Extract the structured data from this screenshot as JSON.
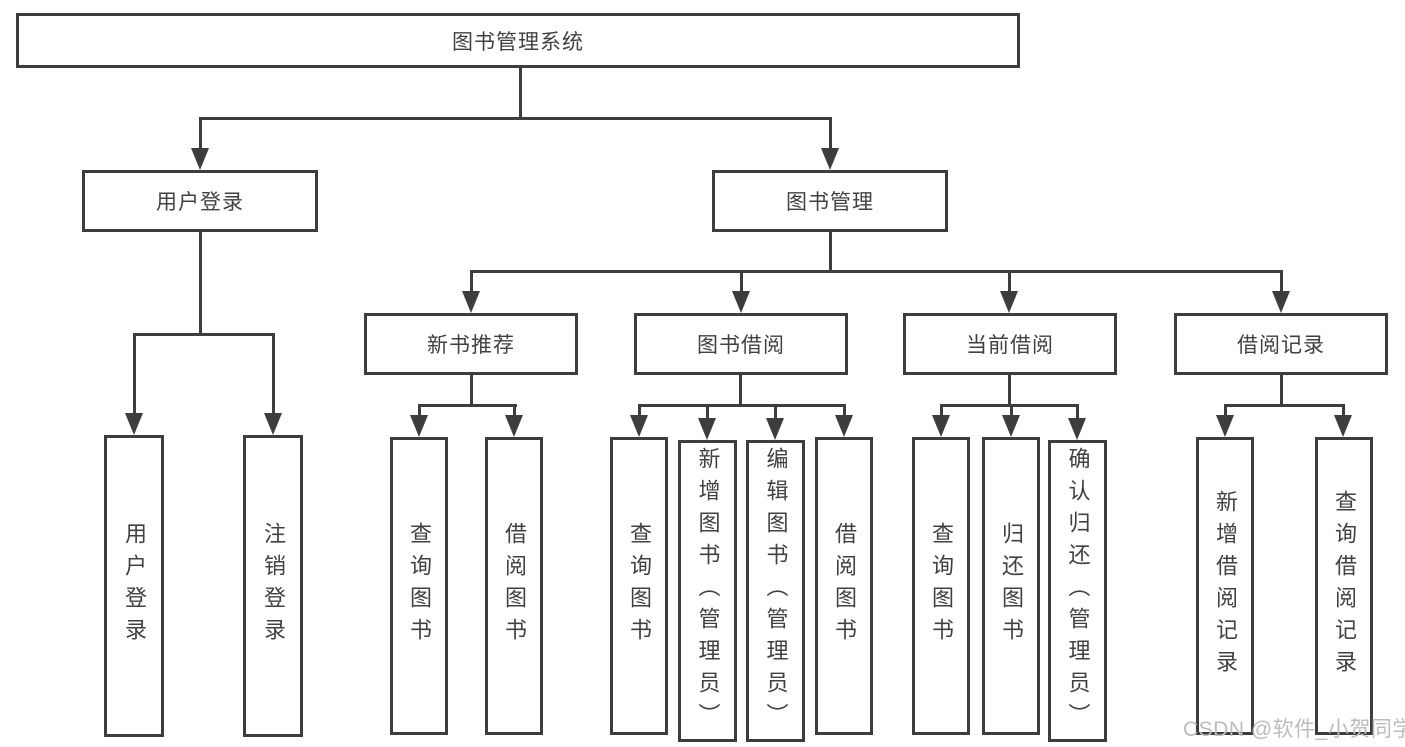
{
  "diagram": {
    "root": {
      "label": "图书管理系统"
    },
    "level2": [
      {
        "label": "用户登录"
      },
      {
        "label": "图书管理"
      }
    ],
    "login_children": [
      {
        "label": "用户登录"
      },
      {
        "label": "注销登录"
      }
    ],
    "manage_children": [
      {
        "label": "新书推荐"
      },
      {
        "label": "图书借阅"
      },
      {
        "label": "当前借阅"
      },
      {
        "label": "借阅记录"
      }
    ],
    "new_book_children": [
      {
        "label": "查询图书"
      },
      {
        "label": "借阅图书"
      }
    ],
    "borrow_children": [
      {
        "label": "查询图书"
      },
      {
        "label": "新增图书（管理员）"
      },
      {
        "label": "编辑图书（管理员）"
      },
      {
        "label": "借阅图书"
      }
    ],
    "current_children": [
      {
        "label": "查询图书"
      },
      {
        "label": "归还图书"
      },
      {
        "label": "确认归还（管理员）"
      }
    ],
    "record_children": [
      {
        "label": "新增借阅记录"
      },
      {
        "label": "查询借阅记录"
      }
    ]
  },
  "watermark": {
    "text": "CSDN @软件_小贺同学"
  },
  "colors": {
    "line": "#3d3d3d",
    "text": "#414141",
    "watermark": "#b9bcc0",
    "background": "#ffffff"
  }
}
